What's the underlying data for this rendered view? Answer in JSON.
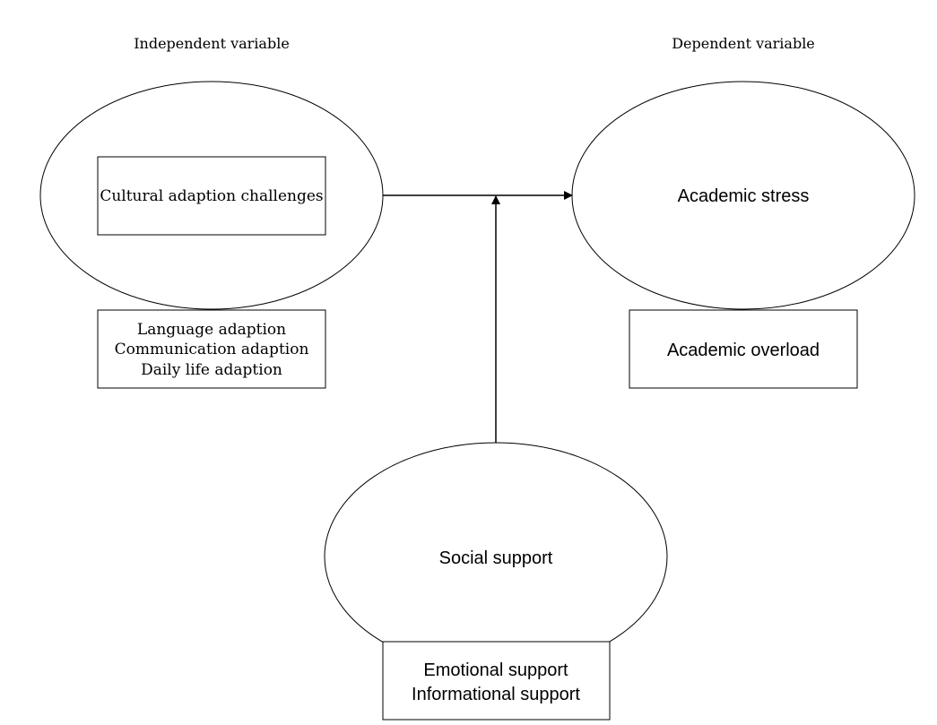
{
  "labels": {
    "independent": "Independent variable",
    "dependent": "Dependent variable"
  },
  "independent": {
    "construct": "Cultural adaption challenges",
    "dimensions": [
      "Language adaption",
      "Communication adaption",
      "Daily life adaption"
    ]
  },
  "dependent": {
    "construct": "Academic stress",
    "dimensions": [
      "Academic overload"
    ]
  },
  "moderator": {
    "construct": "Social support",
    "dimensions": [
      "Emotional support",
      "Informational support"
    ]
  }
}
